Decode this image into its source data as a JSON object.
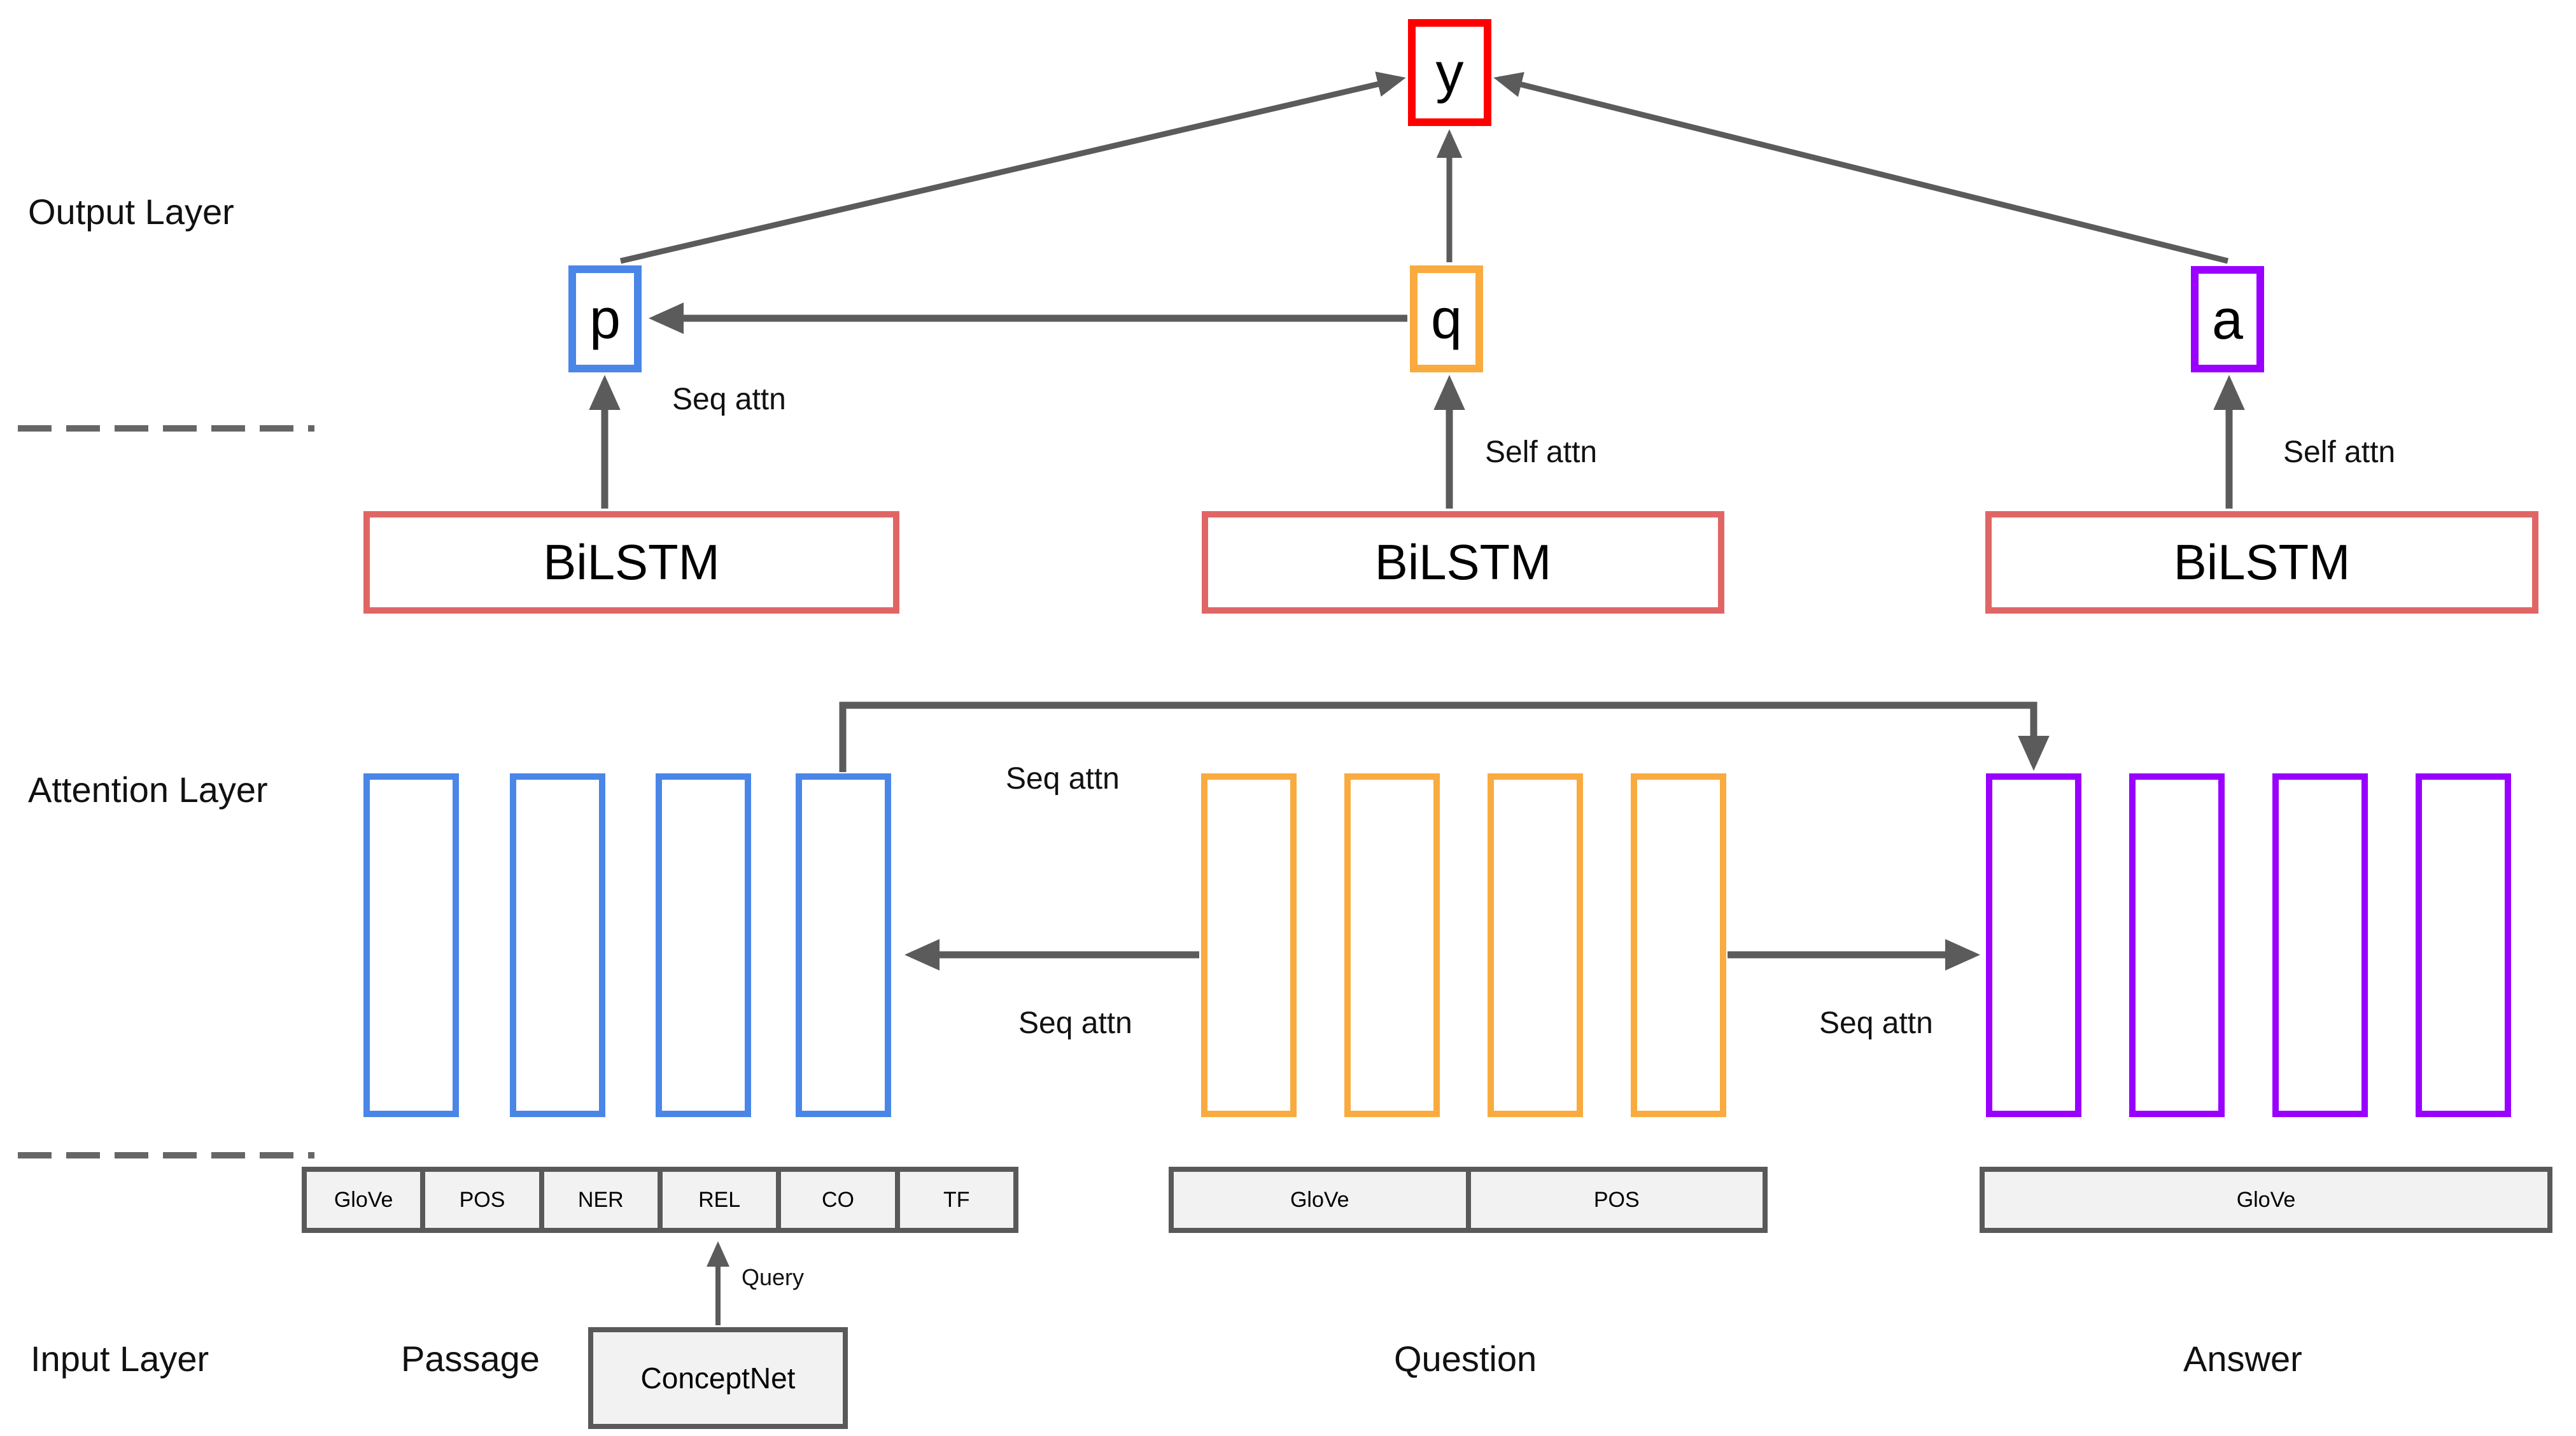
{
  "layers": {
    "output": "Output Layer",
    "attention": "Attention Layer",
    "input": "Input Layer"
  },
  "nodes": {
    "y": "y",
    "p": "p",
    "q": "q",
    "a": "a"
  },
  "encoders": {
    "passage_bilstm": "BiLSTM",
    "question_bilstm": "BiLSTM",
    "answer_bilstm": "BiLSTM"
  },
  "annotations": {
    "seq_attn_p": "Seq attn",
    "self_attn_q": "Self attn",
    "self_attn_a": "Self attn",
    "seq_attn_top": "Seq attn",
    "seq_attn_mid_left": "Seq attn",
    "seq_attn_right": "Seq attn",
    "query": "Query"
  },
  "inputs": {
    "passage": {
      "label": "Passage",
      "features": [
        "GloVe",
        "POS",
        "NER",
        "REL",
        "CO",
        "TF"
      ]
    },
    "question": {
      "label": "Question",
      "features": [
        "GloVe",
        "POS"
      ]
    },
    "answer": {
      "label": "Answer",
      "features": [
        "GloVe"
      ]
    },
    "knowledge_source": "ConceptNet"
  },
  "colors": {
    "blue": "#4A86E8",
    "orange": "#F9AB40",
    "purple": "#9900FF",
    "red": "#FF0000",
    "salmon": "#E06666",
    "arrow": "#5B5B5B"
  }
}
